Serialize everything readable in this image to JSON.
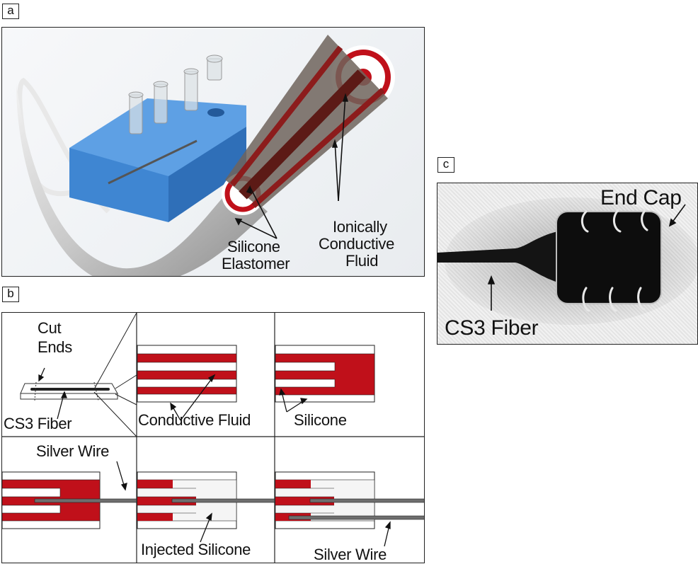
{
  "panels": {
    "a": {
      "label": "a",
      "annotations": {
        "silicone_line1": "Silicone",
        "silicone_line2": "Elastomer",
        "fluid_line1": "Ionically",
        "fluid_line2": "Conductive",
        "fluid_line3": "Fluid"
      }
    },
    "b": {
      "label": "b",
      "annotations": {
        "cut_line1": "Cut",
        "cut_line2": "Ends",
        "cs3_fiber": "CS3 Fiber",
        "conductive_fluid": "Conductive Fluid",
        "silicone": "Silicone",
        "silver_wire_top": "Silver Wire",
        "injected_silicone": "Injected Silicone",
        "silver_wire_bottom": "Silver Wire"
      }
    },
    "c": {
      "label": "c",
      "annotations": {
        "end_cap": "End Cap",
        "cs3_fiber": "CS3 Fiber"
      }
    }
  },
  "colors": {
    "red": "#c0101a",
    "blue": "#3f86d2",
    "wire": "#6e6e6e"
  }
}
